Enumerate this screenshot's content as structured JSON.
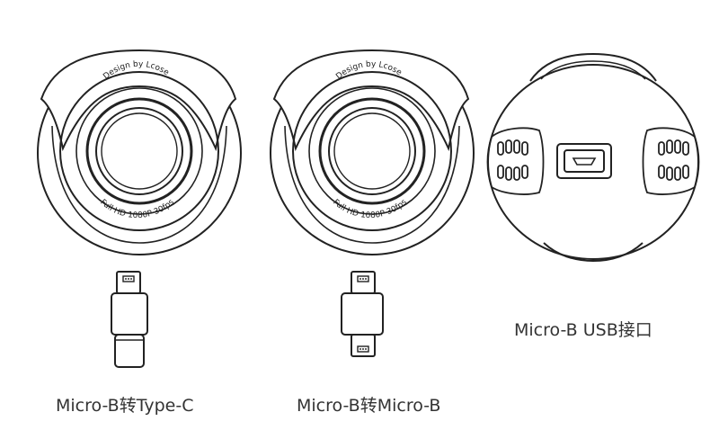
{
  "lens_texts": {
    "design": "Design by Lcose",
    "spec": "Full HD 1080P 30fps"
  },
  "captions": {
    "type_c_adapter": "Micro-B转Type-C",
    "micro_b_adapter": "Micro-B转Micro-B",
    "usb_port": "Micro-B USB接口"
  },
  "colors": {
    "stroke": "#222222",
    "text": "#333333"
  }
}
